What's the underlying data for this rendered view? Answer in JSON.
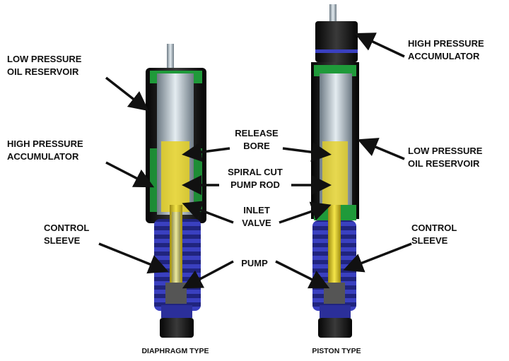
{
  "labels": {
    "left_low_pressure": [
      "LOW PRESSURE",
      "OIL RESERVOIR"
    ],
    "left_high_pressure": [
      "HIGH PRESSURE",
      "ACCUMULATOR"
    ],
    "left_control_sleeve": [
      "CONTROL",
      "SLEEVE"
    ],
    "release_bore": [
      "RELEASE",
      "BORE"
    ],
    "spiral_cut_pump_rod": [
      "SPIRAL CUT",
      "PUMP ROD"
    ],
    "inlet_valve": [
      "INLET",
      "VALVE"
    ],
    "pump": "PUMP",
    "right_high_pressure": [
      "HIGH PRESSURE",
      "ACCUMULATOR"
    ],
    "right_low_pressure": [
      "LOW PRESSURE",
      "OIL RESERVOIR"
    ],
    "right_control_sleeve": [
      "CONTROL",
      "SLEEVE"
    ]
  },
  "captions": {
    "left": "DIAPHRAGM TYPE",
    "right": "PISTON TYPE"
  },
  "colors": {
    "body": "#111111",
    "green": "#1f9a3a",
    "yellow": "#e8d21a",
    "bellows": "#2b2f9a",
    "steel": "#b9c4cc"
  }
}
